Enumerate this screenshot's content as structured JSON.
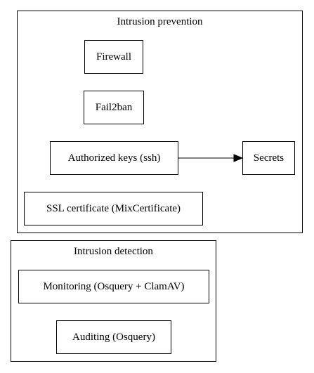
{
  "clusters": {
    "prevention": {
      "label": "Intrusion prevention",
      "nodes": {
        "firewall": "Firewall",
        "fail2ban": "Fail2ban",
        "authorized_keys": "Authorized keys (ssh)",
        "secrets": "Secrets",
        "ssl": "SSL certificate (MixCertificate)"
      }
    },
    "detection": {
      "label": "Intrusion detection",
      "nodes": {
        "monitoring": "Monitoring (Osquery + ClamAV)",
        "auditing": "Auditing (Osquery)"
      }
    }
  },
  "edges": [
    {
      "from": "Authorized keys (ssh)",
      "to": "Secrets"
    }
  ]
}
